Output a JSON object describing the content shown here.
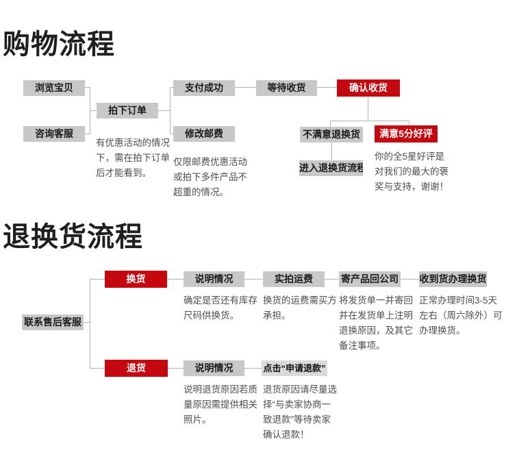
{
  "colors": {
    "accent_red": "#c5070f",
    "node_gray": "#c8c8c8",
    "node_light_gray": "#dadada",
    "note_text": "#4d4d4d",
    "connector": "#b3b3b3"
  },
  "shopping_flow": {
    "title": "购物流程",
    "nodes": {
      "browse": "浏览宝贝",
      "consult": "咨询客服",
      "order": "拍下订单",
      "pay": "支付成功",
      "postage": "修改邮费",
      "wait": "等待收货",
      "confirm": "确认收货",
      "unsatisfied": "不满意退换货",
      "satisfied": "满意5分好评",
      "enter_return": "进入退换货流程"
    },
    "notes": {
      "order_note": "有优惠活动的情况\n下，需在拍下订单\n后才能看到。",
      "postage_note": "仅限邮费优惠活动\n或拍下多件产品不\n超重的情况。",
      "review_note": "你的全5星好评是\n对我们的最大的褒\n奖与支持，谢谢！"
    }
  },
  "return_flow": {
    "title": "退换货流程",
    "nodes": {
      "contact": "联系售后客服",
      "exchange": "换货",
      "explain_exchange": "说明情况",
      "shipping": "实拍运费",
      "send_back": "寄产品回公司",
      "receive": "收到货办理换货",
      "return": "退货",
      "explain_return": "说明情况",
      "click_refund": "点击“申请退款”"
    },
    "notes": {
      "explain_exchange_note": "确定是否还有库存\n尺码供换货。",
      "shipping_note": "换货的运费需买方\n承担。",
      "send_back_note": "将发货单一并寄回\n并在发货单上注明\n退换原因，及其它\n备注事项。",
      "receive_note": "正常办理时间3-5天\n左右（周六除外）可\n办理换货。",
      "explain_return_note": "说明退货原因若质\n量原因需提供相关\n照片。",
      "click_refund_note": "退货原因请尽量选\n择“与卖家协商一\n致退款”等待卖家\n确认退款！"
    }
  }
}
